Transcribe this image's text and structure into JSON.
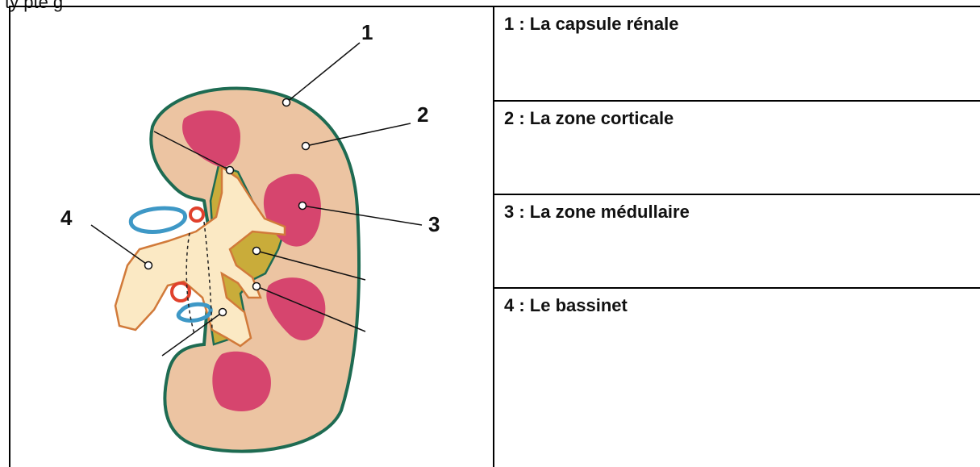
{
  "caption": {
    "text": "ty                              pte g"
  },
  "diagram": {
    "numbers": [
      "1",
      "2",
      "3",
      "4"
    ],
    "colors": {
      "capsule_outline": "#1e6b52",
      "cortex_fill": "#ecc4a2",
      "medulla_fill": "#d6456e",
      "pelvis_fill": "#fbe9c4",
      "pelvis_outline": "#d17a3a",
      "sinus_fill": "#c9ac3a",
      "artery": "#e0412c",
      "vein": "#3e98c6"
    }
  },
  "labels": [
    {
      "text": "1 : La capsule rénale"
    },
    {
      "text": "2 : La zone corticale"
    },
    {
      "text": "3 : La zone médullaire"
    },
    {
      "text": "4 : Le bassinet"
    }
  ]
}
